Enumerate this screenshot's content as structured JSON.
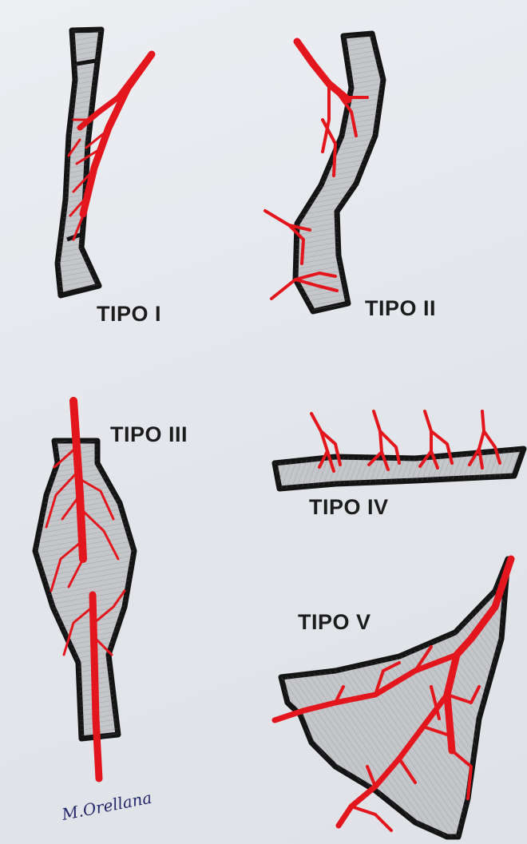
{
  "labels": {
    "tipo_1": "TIPO I",
    "tipo_2": "TIPO II",
    "tipo_3": "TIPO III",
    "tipo_4": "TIPO IV",
    "tipo_5": "TIPO V"
  },
  "signature": "M.Orellana",
  "colors": {
    "paper": "#e6e9ee",
    "muscle_fill": "#c4c6ca",
    "outline": "#141414",
    "vessel": "#e2161c",
    "signature_ink": "#23266a"
  }
}
